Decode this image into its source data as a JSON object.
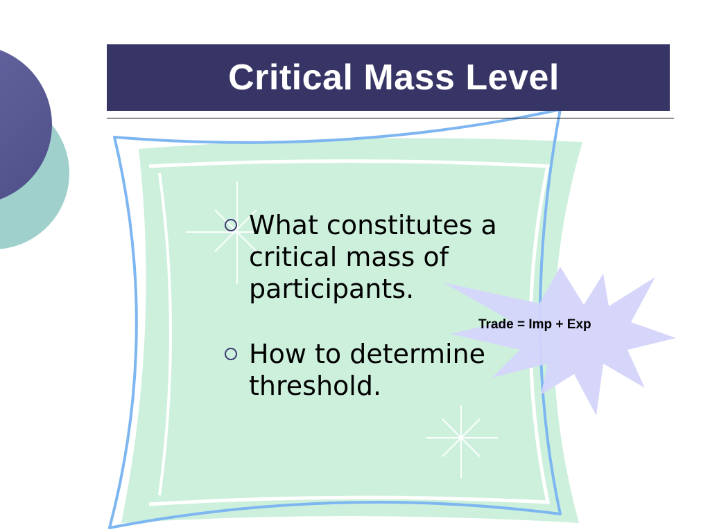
{
  "slide": {
    "title": "Critical Mass Level",
    "bullets": [
      {
        "text": "What constitutes a critical mass of participants."
      },
      {
        "text": "How to determine threshold."
      }
    ],
    "callout": {
      "text": "Trade = Imp + Exp"
    }
  },
  "colors": {
    "title_bg": "#373565",
    "frame_fill": "#cdf0dd",
    "frame_stroke": "#7db6f0",
    "circle_purple": "#5a5a96",
    "circle_teal": "#9fd0cc",
    "starburst": "#d4d4fb"
  }
}
